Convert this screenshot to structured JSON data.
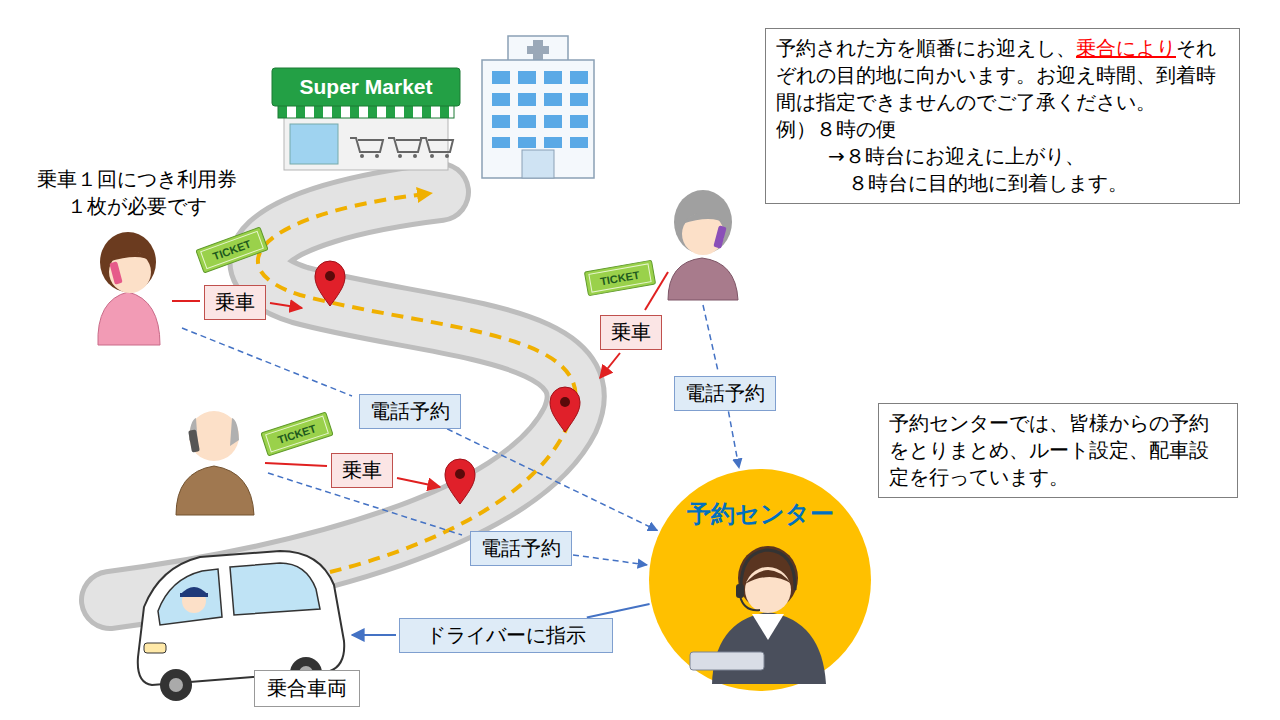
{
  "diagram": {
    "nodes": [
      {
        "text": [
          "乗車"
        ]
      },
      {
        "text": [
          "予約された方を順番にお迎えし、",
          "乗合により",
          "それぞれの目的地に向かいます。お迎え時間、到着時間は指定できませんのでご了承ください。",
          "例）８時の便",
          "→８時台にお迎えに上がり、",
          "８時台に目的地に到着します。"
        ]
      },
      {
        "text": [
          "乗車"
        ]
      },
      {
        "text": [
          "電話予約"
        ]
      },
      {
        "text": [
          "電話予約"
        ]
      },
      {
        "text": [
          "予約センターでは、皆様からの予約をとりまとめ、ルート設定、配車設定を行っています。"
        ]
      },
      {
        "text": [
          "乗車"
        ]
      },
      {
        "text": [
          "予約センター"
        ]
      },
      {
        "text": [
          "電話予約"
        ]
      },
      {
        "text": [
          "ドライバーに指示"
        ]
      },
      {
        "text": [
          "乗合車両"
        ]
      }
    ],
    "edges": [
      {
        "from": 4,
        "to": 7,
        "arrow": "to"
      },
      {
        "from": 3,
        "to": 7,
        "arrow": "to"
      },
      {
        "from": 8,
        "to": 7,
        "arrow": "to"
      },
      {
        "from": 7,
        "to": 9,
        "arrow": "none"
      }
    ],
    "labels": [
      "Super Market",
      "TICKET",
      "TICKET",
      "TICKET",
      "乗車１回につき利用券 １枚が必要です"
    ]
  }
}
